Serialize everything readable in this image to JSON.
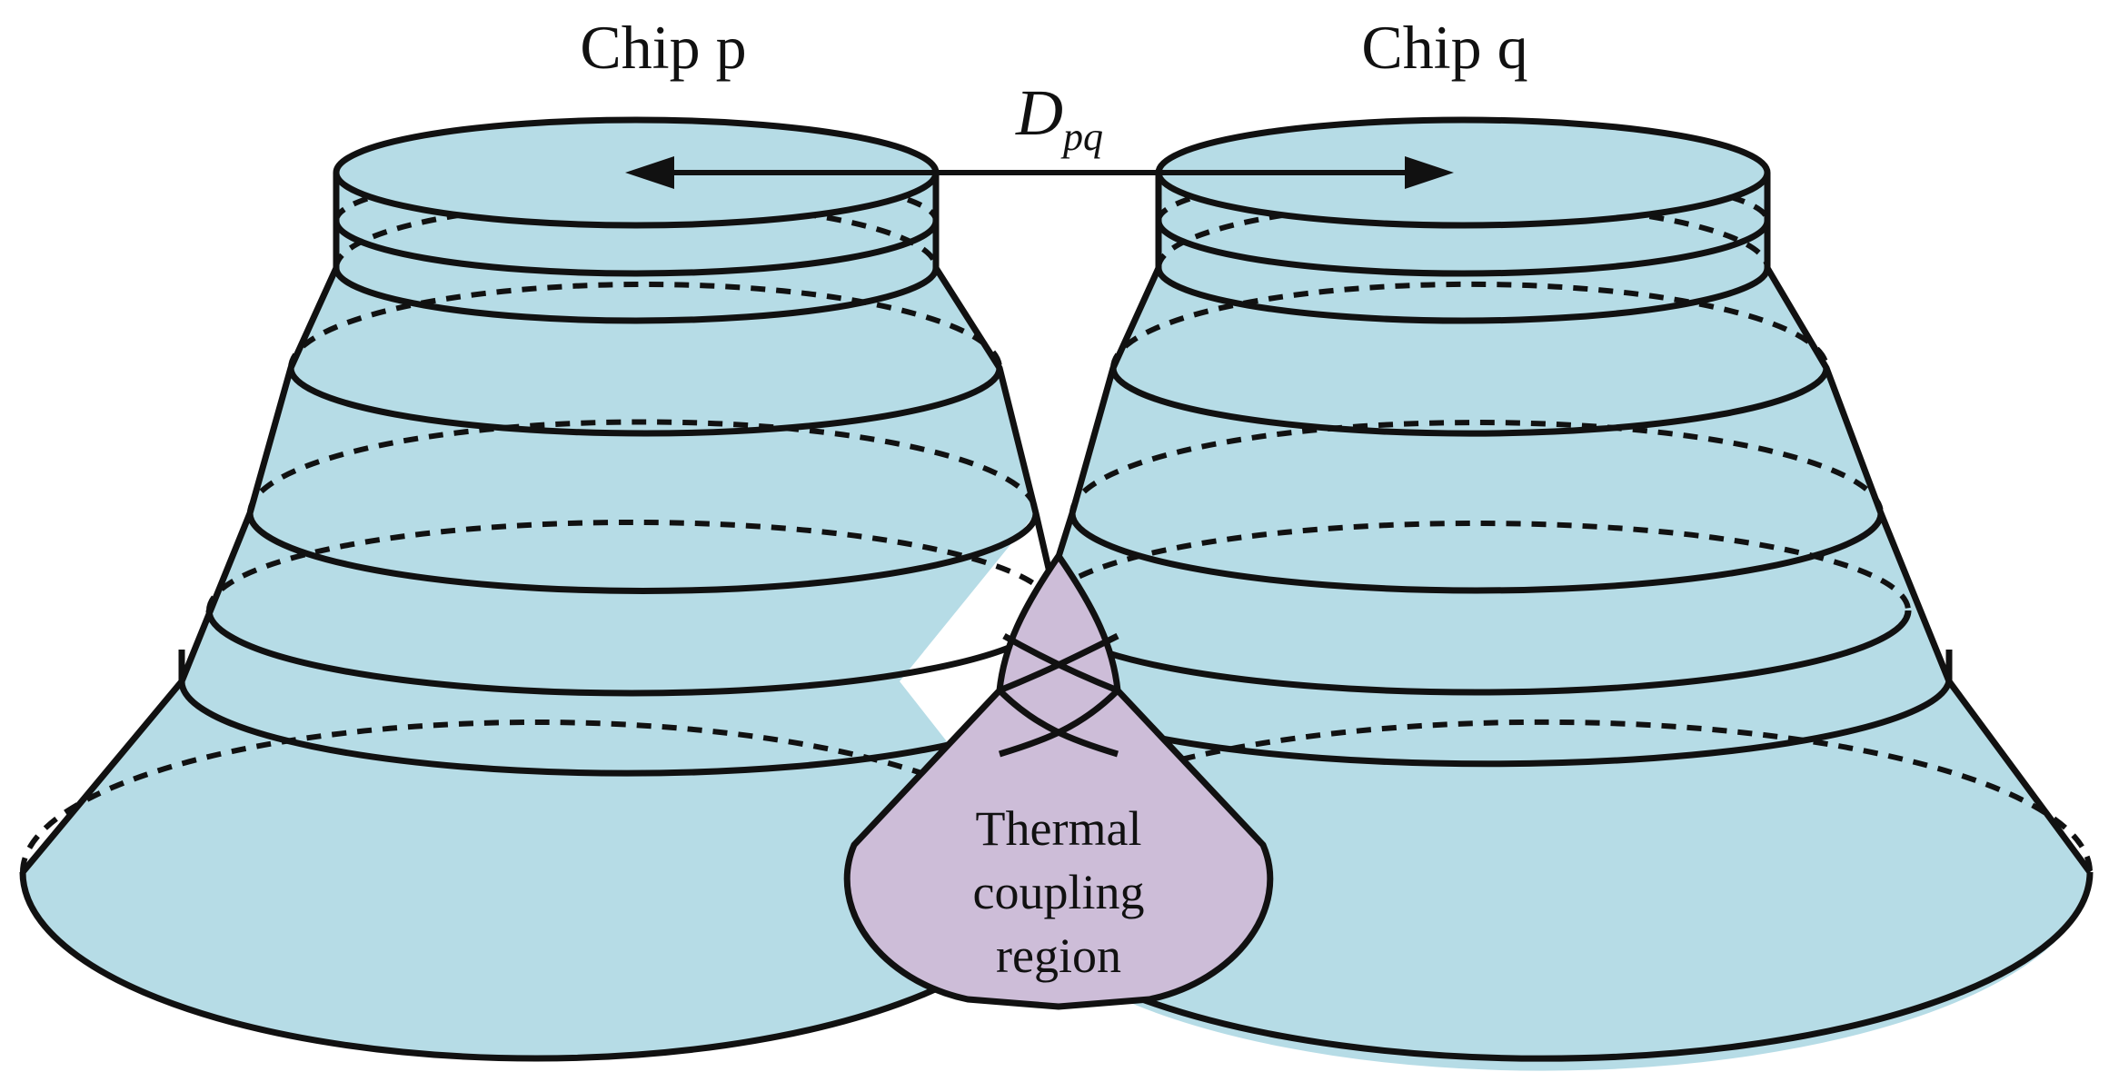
{
  "labels": {
    "chip_p": "Chip p",
    "chip_q": "Chip q",
    "distance_main": "D",
    "distance_sub": "pq",
    "region_line1": "Thermal",
    "region_line2": "coupling",
    "region_line3": "region"
  },
  "colors": {
    "fill": "#b6dce6",
    "overlap": "#cdbdd8",
    "stroke": "#111111"
  }
}
